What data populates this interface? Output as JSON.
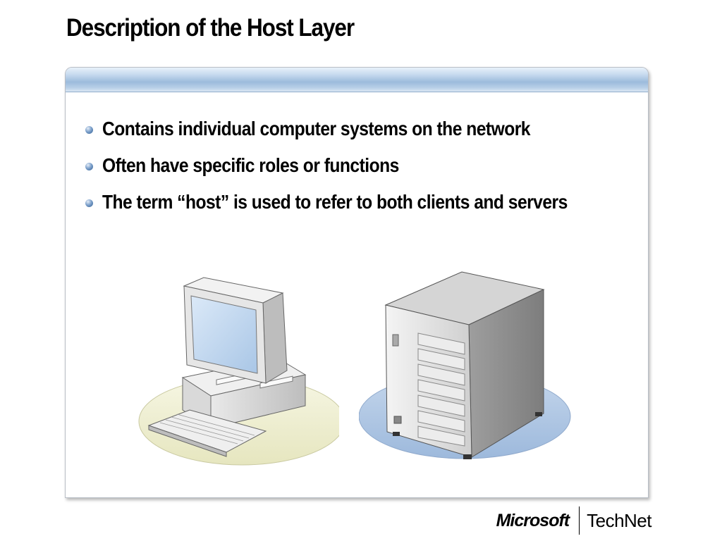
{
  "slide": {
    "title": "Description of the Host Layer"
  },
  "bullets": [
    "Contains individual computer systems on the network",
    "Often have specific roles or functions",
    "The term “host” is used to refer to both clients and servers"
  ],
  "illustrations": {
    "client": "desktop-computer-icon",
    "server": "tower-server-icon"
  },
  "footer": {
    "brand": "Microsoft",
    "product": "TechNet"
  },
  "colors": {
    "header_bar": "#9cbbdc",
    "client_disc": "#efefd2",
    "server_disc": "#aec6e3"
  }
}
